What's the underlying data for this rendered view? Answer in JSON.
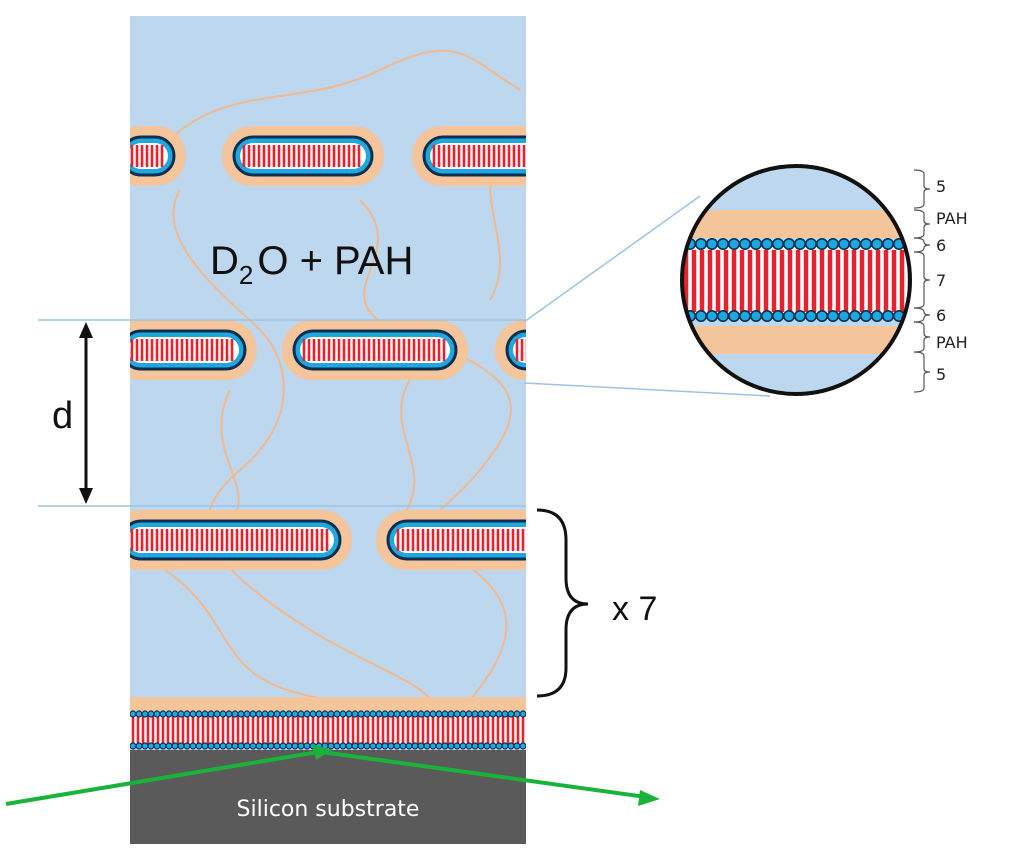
{
  "labels": {
    "medium": "D",
    "medium_sub": "2",
    "medium_rest": "O + PAH",
    "spacing": "d",
    "repeat": "x 7",
    "substrate": "Silicon substrate"
  },
  "zoom_labels": [
    "5",
    "PAH",
    "6",
    "7",
    "6",
    "PAH",
    "5"
  ],
  "colors": {
    "water": "#bdd7ee",
    "pah": "#f4c49b",
    "pah_chain": "#f2b98e",
    "tails": "#e8212d",
    "headgroup": "#1fa7e0",
    "headgroup_outline": "#0c2f4f",
    "substrate": "#5a5a5a",
    "beam": "#19b23b",
    "guide": "#9ec3e2"
  },
  "icons": {
    "arrow": "double-headed-arrow-icon",
    "brace": "curly-brace-icon"
  }
}
